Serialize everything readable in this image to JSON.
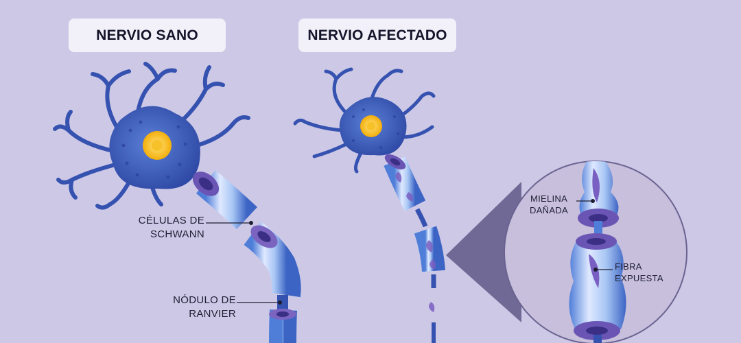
{
  "titles": {
    "healthy": "NERVIO SANO",
    "affected": "NERVIO AFECTADO"
  },
  "labels": {
    "schwann_line1": "CÉLULAS DE",
    "schwann_line2": "SCHWANN",
    "ranvier_line1": "NÓDULO DE",
    "ranvier_line2": "RANVIER",
    "mielina_line1": "MIELINA",
    "mielina_line2": "DAÑADA",
    "fibra_line1": "FIBRA",
    "fibra_line2": "EXPUESTA"
  },
  "colors": {
    "background": "#cdc8e6",
    "cell_body": "#3a58b5",
    "nucleus": "#f6b400",
    "myelin": "#a9c8f2",
    "myelin_purple": "#6a55b4",
    "zoom_circle": "#c7bfdc"
  }
}
